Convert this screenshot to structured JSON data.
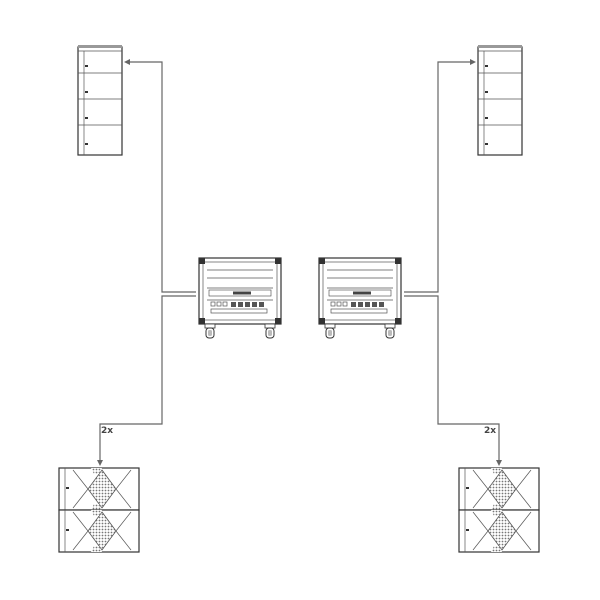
{
  "labels": {
    "left_sub_qty": "2x",
    "right_sub_qty": "2x"
  },
  "colors": {
    "line": "#666666",
    "outline": "#333333",
    "horn": "#555555"
  },
  "components": {
    "top_speakers": 2,
    "amplifier_racks": 2,
    "subwoofer_stacks": 2
  }
}
